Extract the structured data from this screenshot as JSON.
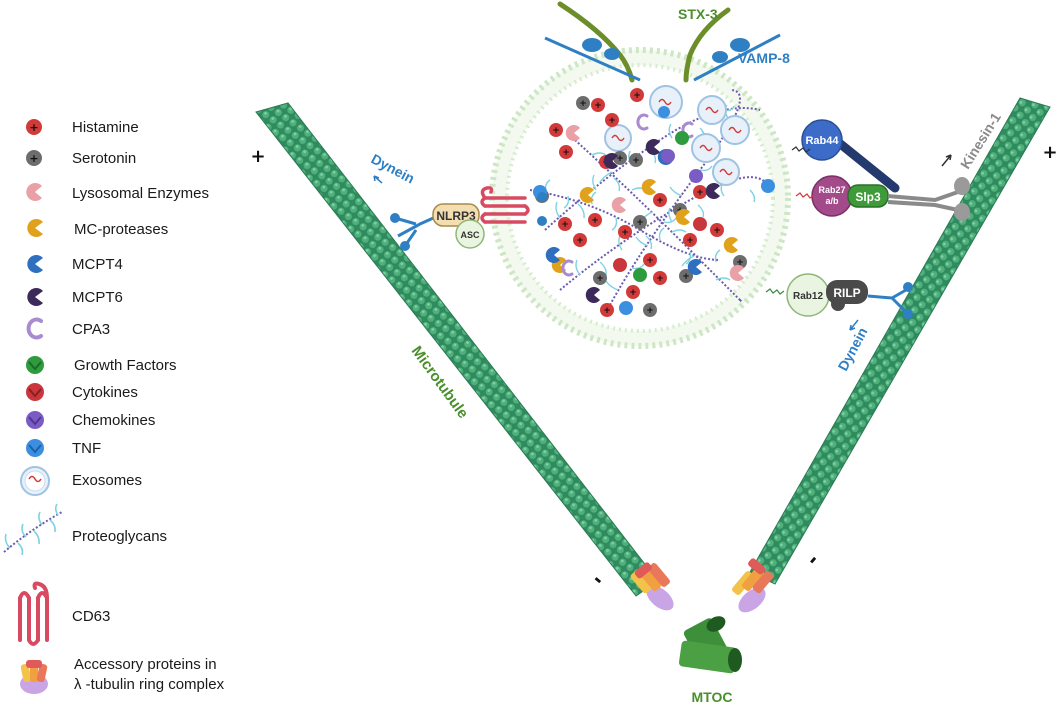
{
  "legend": {
    "items": [
      {
        "label": "Histamine",
        "icon": "histamine-icon"
      },
      {
        "label": "Serotonin",
        "icon": "serotonin-icon"
      },
      {
        "label": "Lysosomal Enzymes",
        "icon": "lysosomal-enzyme-icon"
      },
      {
        "label": "MC-proteases",
        "icon": "mc-protease-icon"
      },
      {
        "label": "MCPT4",
        "icon": "mcpt4-icon"
      },
      {
        "label": "MCPT6",
        "icon": "mcpt6-icon"
      },
      {
        "label": "CPA3",
        "icon": "cpa3-icon"
      },
      {
        "label": "Growth Factors",
        "icon": "growth-factor-icon"
      },
      {
        "label": "Cytokines",
        "icon": "cytokine-icon"
      },
      {
        "label": "Chemokines",
        "icon": "chemokine-icon"
      },
      {
        "label": "TNF",
        "icon": "tnf-icon"
      },
      {
        "label": "Exosomes",
        "icon": "exosome-icon"
      },
      {
        "label": "Proteoglycans",
        "icon": "proteoglycan-icon"
      },
      {
        "label": "CD63",
        "icon": "cd63-icon"
      },
      {
        "label": "Accessory proteins in",
        "label2": "λ -tubulin ring complex",
        "icon": "gamma-tubulin-ring-icon"
      }
    ]
  },
  "labels": {
    "stx3": "STX-3",
    "vamp8": "VAMP-8",
    "dynein_left": "Dynein",
    "dynein_right": "Dynein",
    "kinesin": "Kinesin-1",
    "microtubule": "Microtubule",
    "mtoc": "MTOC",
    "nlrp3": "NLRP3",
    "asc": "ASC",
    "rab44": "Rab44",
    "rab27_line1": "Rab27",
    "rab27_line2": "a/b",
    "slp3": "Slp3",
    "rab12": "Rab12",
    "rilp": "RILP",
    "plus_left": "+",
    "plus_right": "+",
    "minus_left": "-",
    "minus_right": "-"
  },
  "colors": {
    "histamine": "#d23a3a",
    "serotonin": "#6d6d6d",
    "lysosomal": "#e9a0a6",
    "mc_protease": "#e0a21b",
    "mcpt4": "#2f6fc0",
    "mcpt6": "#3b2a5a",
    "cpa3": "#a98bd0",
    "growth_factor": "#2e9b3e",
    "cytokine": "#c9373c",
    "chemokine": "#7a5cc4",
    "tnf": "#3a8fe0",
    "microtubule": "#3a9a6a",
    "label_green": "#4a8f2c",
    "label_blue": "#2f7fc4",
    "cd63": "#d84a62"
  }
}
